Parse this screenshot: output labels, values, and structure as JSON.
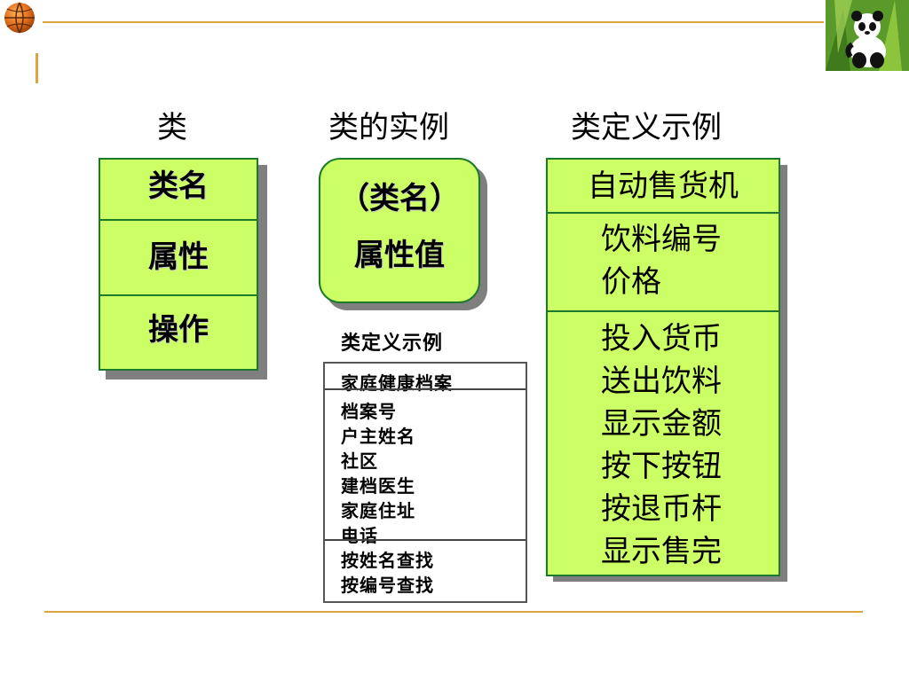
{
  "headings": {
    "class": "类",
    "instance": "类的实例",
    "definition_example": "类定义示例"
  },
  "class_box": {
    "name": "类名",
    "attributes": "属性",
    "operations": "操作"
  },
  "instance_box": {
    "name": "（类名）",
    "attribute_values": "属性值"
  },
  "definition_box": {
    "name": "自动售货机",
    "attributes": [
      "饮料编号",
      "价格"
    ],
    "operations": [
      "投入货币",
      "送出饮料",
      "显示金额",
      "按下按钮",
      "按退币杆",
      "显示售完"
    ]
  },
  "scanned_example": {
    "title": "类定义示例",
    "class_name": "家庭健康档案",
    "attributes": [
      "档案号",
      "户主姓名",
      "社区",
      "建档医生",
      "家庭住址",
      "电话"
    ],
    "operations": [
      "按姓名查找",
      "按编号查找"
    ]
  },
  "colors": {
    "box_fill": "#ccff66",
    "box_border": "#1b7a2a",
    "accent_line": "#d9a441"
  },
  "icons": [
    "basketball-icon",
    "panda-icon"
  ]
}
